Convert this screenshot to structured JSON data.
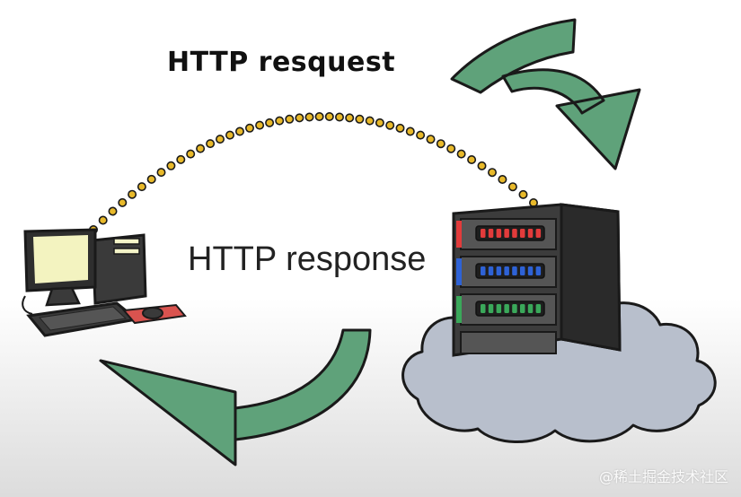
{
  "labels": {
    "request": "HTTP resquest",
    "response": "HTTP response"
  },
  "watermark": "@稀土掘金技术社区",
  "icons": [
    "computer-icon",
    "server-rack-icon",
    "cloud-icon",
    "curved-arrow-icon"
  ],
  "colors": {
    "arrow": "#5fa27a",
    "dots": "#e8b92a",
    "cloud": "#b8bfcc",
    "server": "#4a4a4a",
    "led_red": "#e23b3b",
    "led_blue": "#2e62d6",
    "led_green": "#3aa85a"
  }
}
